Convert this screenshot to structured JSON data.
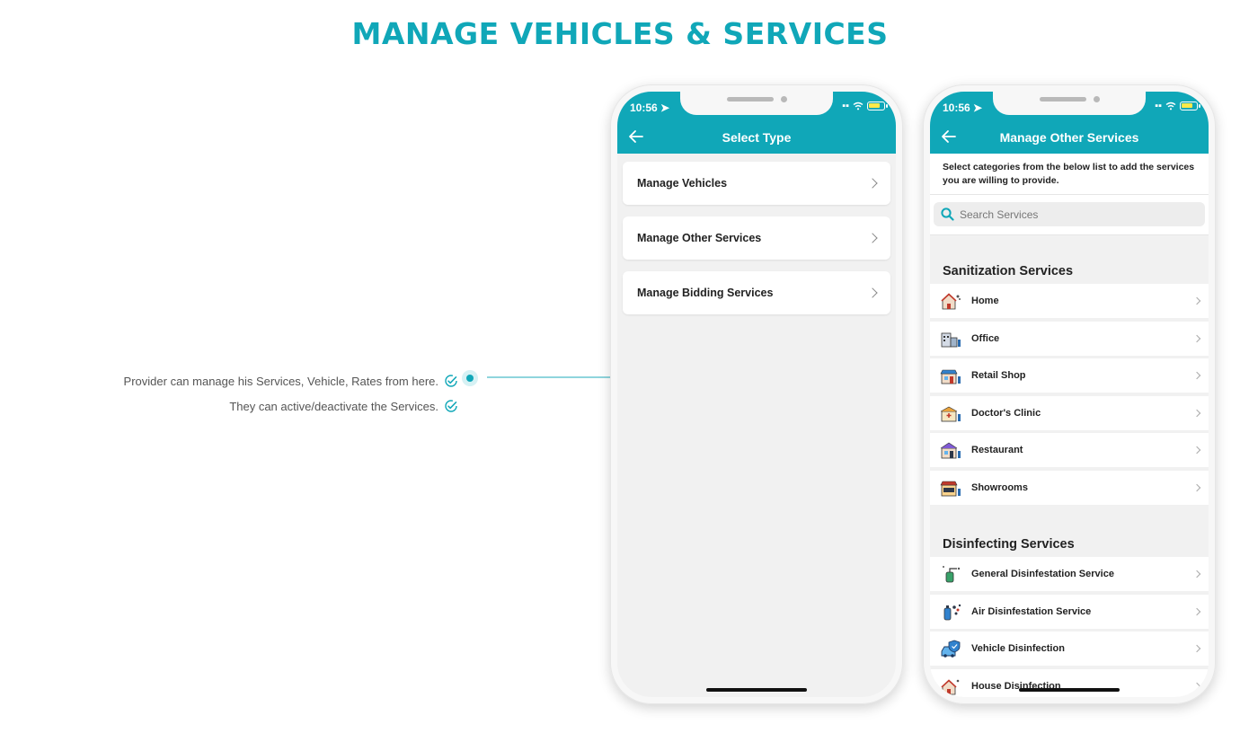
{
  "title": "MANAGE VEHICLES & SERVICES",
  "features": [
    {
      "text": "Provider can manage his Services, Vehicle, Rates from here."
    },
    {
      "text": "They can active/deactivate the Services."
    }
  ],
  "phone1": {
    "status_time": "10:56",
    "nav_title": "Select Type",
    "items": [
      {
        "label": "Manage Vehicles"
      },
      {
        "label": "Manage Other Services"
      },
      {
        "label": "Manage Bidding Services"
      }
    ]
  },
  "phone2": {
    "status_time": "10:56",
    "nav_title": "Manage Other Services",
    "intro": "Select categories from the below list to add the services you are willing to provide.",
    "search_placeholder": "Search Services",
    "sections": [
      {
        "title": "Sanitization Services",
        "items": [
          {
            "label": "Home",
            "icon": "home-sanitize-icon"
          },
          {
            "label": "Office",
            "icon": "office-sanitize-icon"
          },
          {
            "label": "Retail Shop",
            "icon": "shop-sanitize-icon"
          },
          {
            "label": "Doctor's Clinic",
            "icon": "clinic-sanitize-icon"
          },
          {
            "label": "Restaurant",
            "icon": "restaurant-sanitize-icon"
          },
          {
            "label": "Showrooms",
            "icon": "showroom-sanitize-icon"
          }
        ]
      },
      {
        "title": "Disinfecting Services",
        "items": [
          {
            "label": "General Disinfestation Service",
            "icon": "sprayer-icon"
          },
          {
            "label": "Air Disinfestation Service",
            "icon": "air-spray-icon"
          },
          {
            "label": "Vehicle Disinfection",
            "icon": "vehicle-shield-icon"
          },
          {
            "label": "House Disinfection",
            "icon": "house-disinfect-icon"
          }
        ]
      }
    ]
  },
  "colors": {
    "accent": "#10a7b8",
    "background": "#f1f1f1"
  }
}
